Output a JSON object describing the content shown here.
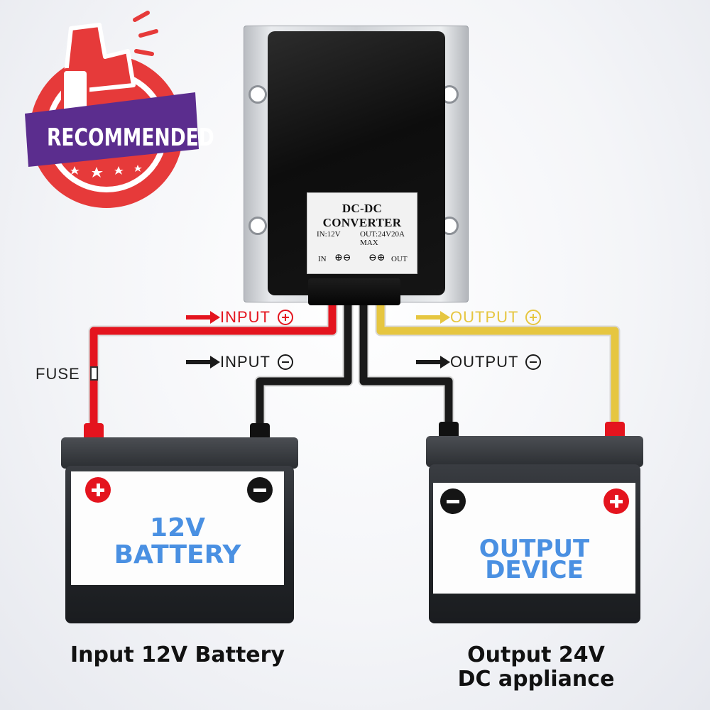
{
  "badge": {
    "text": "RECOMMENDED"
  },
  "converter": {
    "title": "DC-DC CONVERTER",
    "in_spec": "IN:12V",
    "out_spec": "OUT:24V20A MAX",
    "in_label": "IN",
    "out_label": "OUT",
    "in_pins": "⊕⊖",
    "out_pins": "⊖⊕"
  },
  "wires": {
    "input_pos": "INPUT",
    "input_neg": "INPUT",
    "output_pos": "OUTPUT",
    "output_neg": "OUTPUT",
    "fuse": "FUSE"
  },
  "battery_left": {
    "line1": "12V",
    "line2": "BATTERY"
  },
  "battery_right": {
    "line1": "OUTPUT",
    "line2": "DEVICE"
  },
  "captions": {
    "left": "Input 12V Battery",
    "right_line1": "Output 24V",
    "right_line2": "DC appliance"
  },
  "colors": {
    "positive_in": "#e4141e",
    "negative": "#1a1a1a",
    "positive_out": "#e6c640",
    "badge_red": "#e63a3a",
    "badge_purple": "#5b2d8e",
    "device_text": "#4a90e2"
  }
}
